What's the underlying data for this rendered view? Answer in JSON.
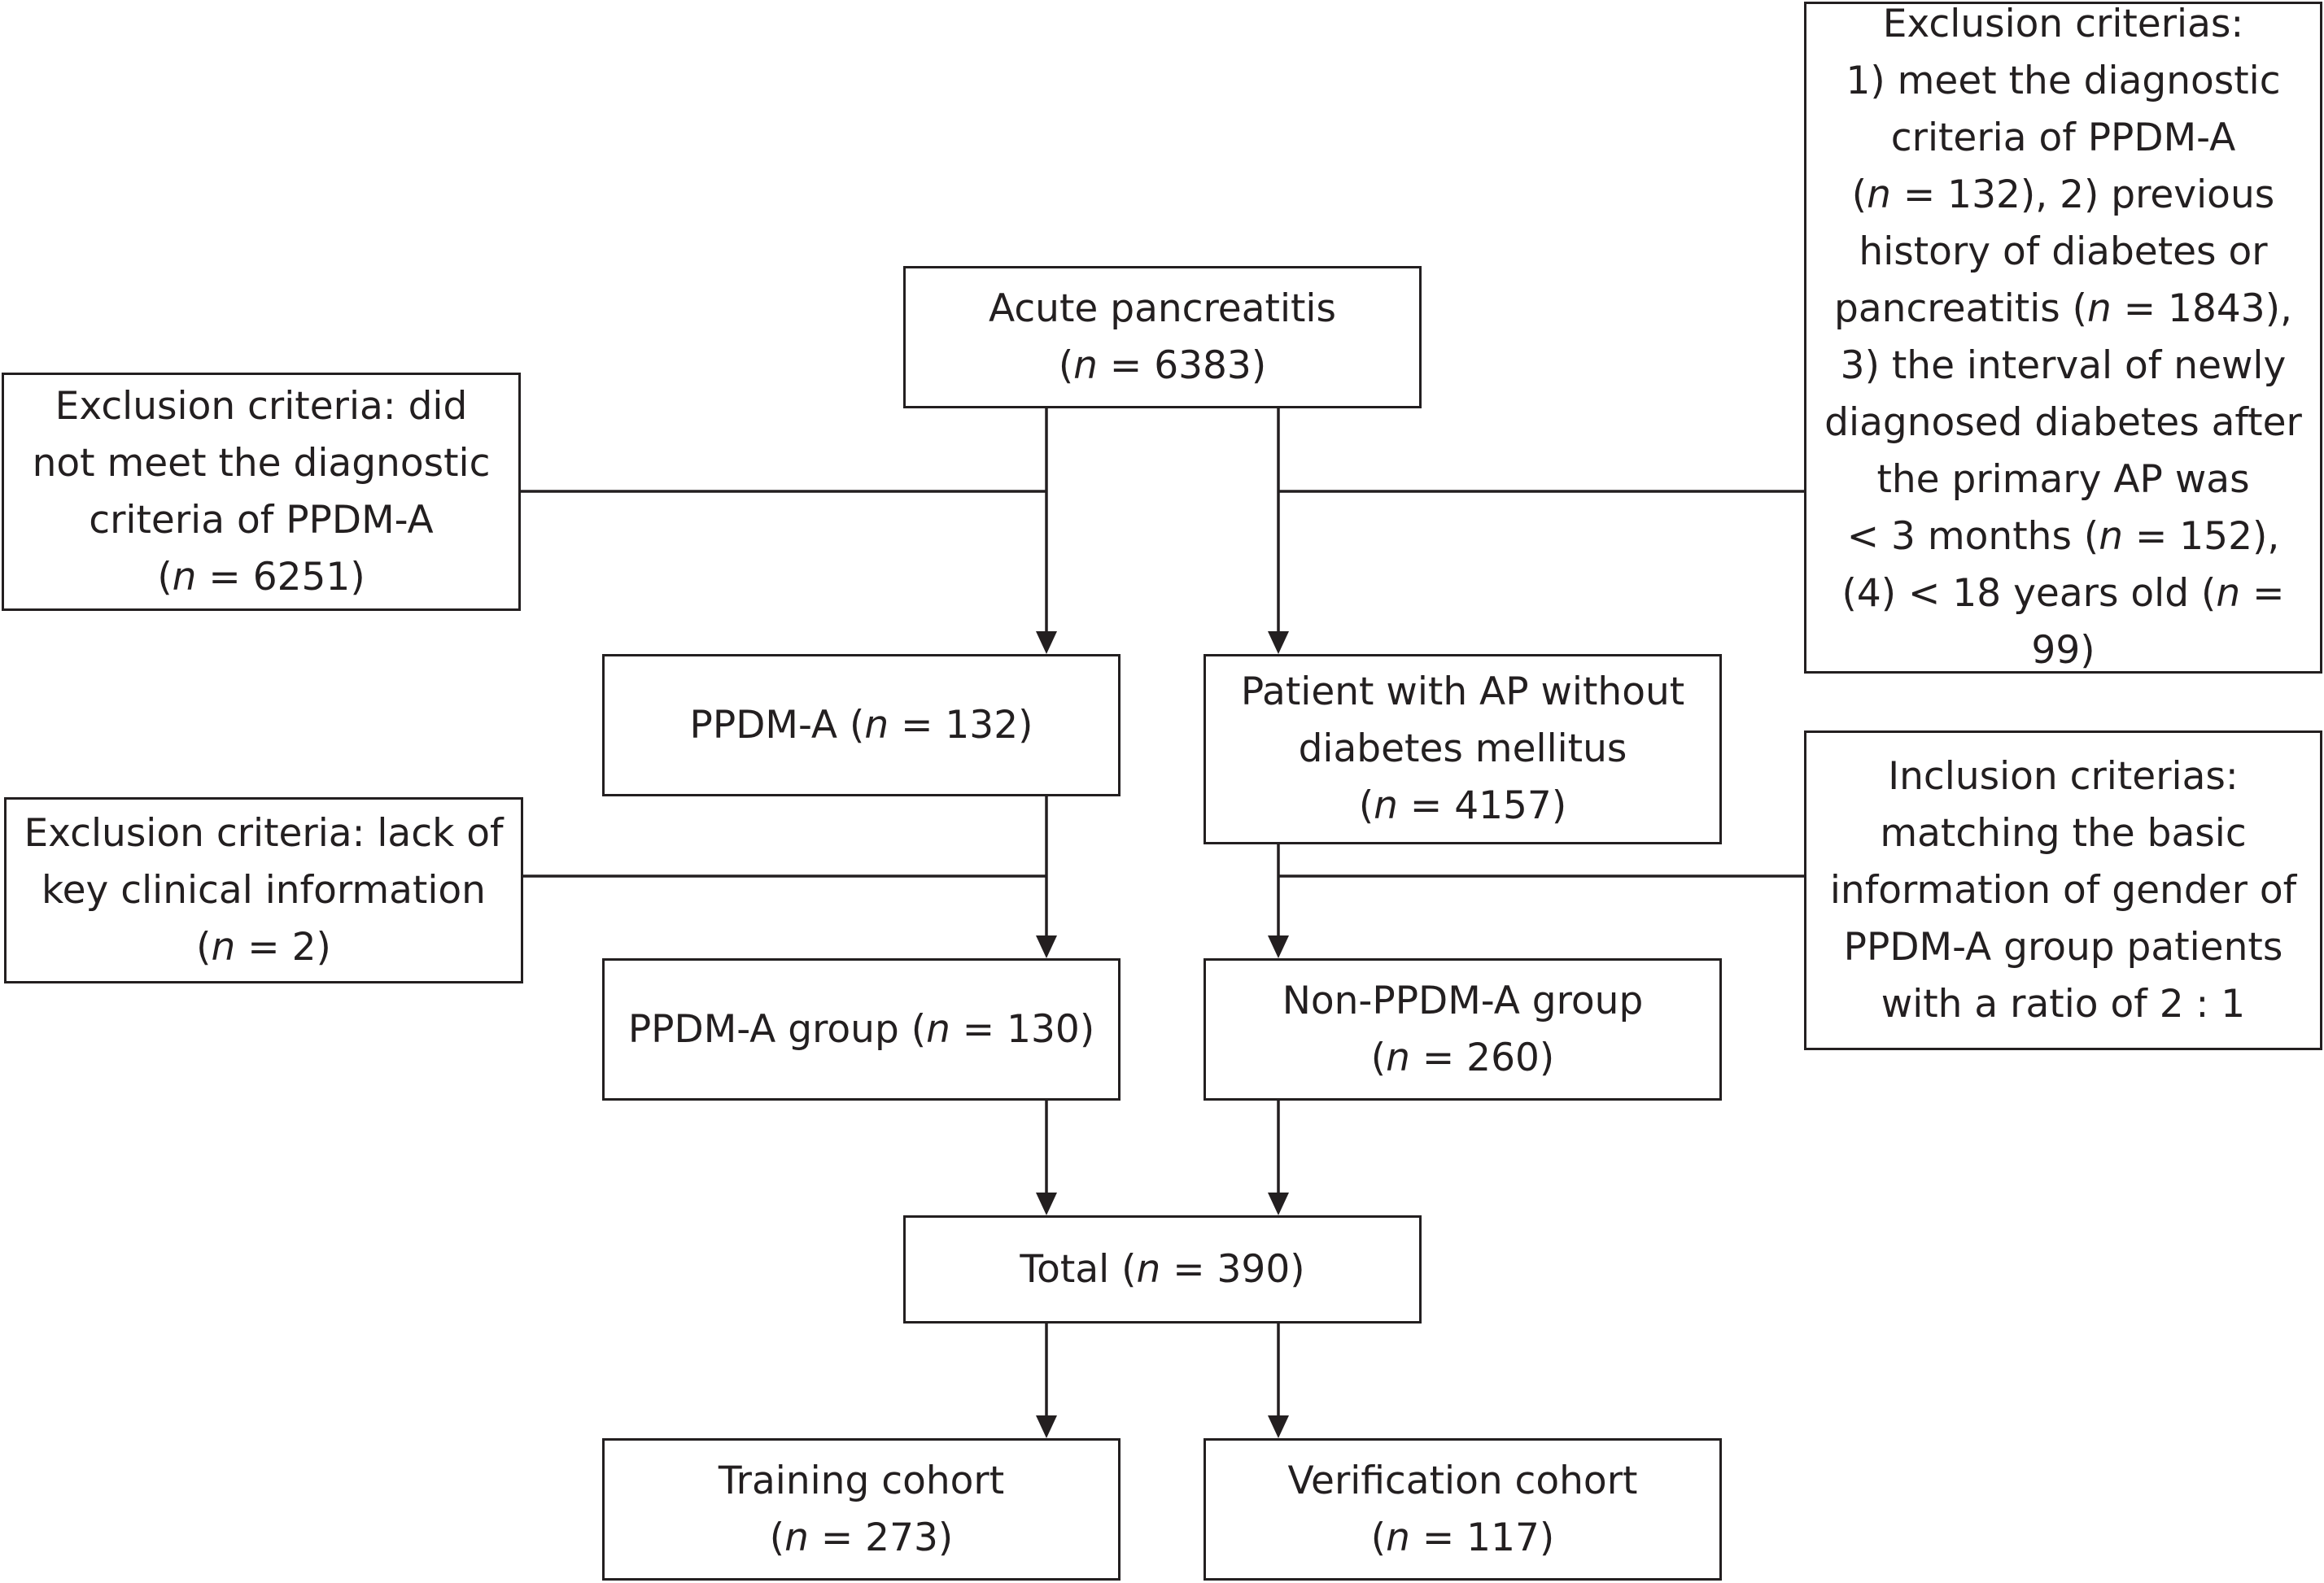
{
  "boxes": {
    "acute": {
      "lines": [
        {
          "text": "Acute pancreatitis"
        },
        {
          "pre": "(",
          "n": "n",
          "post": " = 6383)"
        }
      ]
    },
    "excl_left_top": {
      "lines": [
        {
          "text": "Exclusion criteria: did"
        },
        {
          "text": "not meet the diagnostic"
        },
        {
          "text": "criteria of PPDM-A"
        },
        {
          "pre": "(",
          "n": "n",
          "post": " = 6251)"
        }
      ]
    },
    "excl_right_top": {
      "lines": [
        {
          "text": "Exclusion criterias:"
        },
        {
          "text": "1) meet the diagnostic"
        },
        {
          "text": "criteria of PPDM-A"
        },
        {
          "pre": "(",
          "n": "n",
          "post": " = 132), 2) previous"
        },
        {
          "text": "history of diabetes or"
        },
        {
          "pre": "pancreatitis (",
          "n": "n",
          "post": " = 1843),"
        },
        {
          "text": "3) the interval of newly"
        },
        {
          "text": "diagnosed diabetes after"
        },
        {
          "text": "the primary AP was"
        },
        {
          "pre": "< 3 months (",
          "n": "n",
          "post": " = 152),"
        },
        {
          "pre": "(4) < 18 years old (",
          "n": "n",
          "post": " = 99)"
        }
      ]
    },
    "ppdm_a": {
      "lines": [
        {
          "pre": "PPDM-A (",
          "n": "n",
          "post": " = 132)"
        }
      ]
    },
    "patient_ap": {
      "lines": [
        {
          "text": "Patient with AP without"
        },
        {
          "text": "diabetes mellitus"
        },
        {
          "pre": "(",
          "n": "n",
          "post": " = 4157)"
        }
      ]
    },
    "excl_left_mid": {
      "lines": [
        {
          "text": "Exclusion criteria: lack of"
        },
        {
          "text": "key clinical information"
        },
        {
          "pre": "(",
          "n": "n",
          "post": " = 2)"
        }
      ]
    },
    "incl_right": {
      "lines": [
        {
          "text": "Inclusion criterias:"
        },
        {
          "text": "matching the basic"
        },
        {
          "text": "information of gender of"
        },
        {
          "text": "PPDM-A group patients"
        },
        {
          "text": "with a ratio of 2 : 1"
        }
      ]
    },
    "ppdm_group": {
      "lines": [
        {
          "pre": "PPDM-A group (",
          "n": "n",
          "post": " = 130)"
        }
      ]
    },
    "non_ppdm_group": {
      "lines": [
        {
          "text": "Non-PPDM-A group"
        },
        {
          "pre": "(",
          "n": "n",
          "post": " = 260)"
        }
      ]
    },
    "total": {
      "lines": [
        {
          "pre": "Total (",
          "n": "n",
          "post": " = 390)"
        }
      ]
    },
    "training": {
      "lines": [
        {
          "text": "Training cohort"
        },
        {
          "pre": "(",
          "n": "n",
          "post": " = 273)"
        }
      ]
    },
    "verification": {
      "lines": [
        {
          "text": "Verification cohort"
        },
        {
          "pre": "(",
          "n": "n",
          "post": " = 117)"
        }
      ]
    }
  }
}
